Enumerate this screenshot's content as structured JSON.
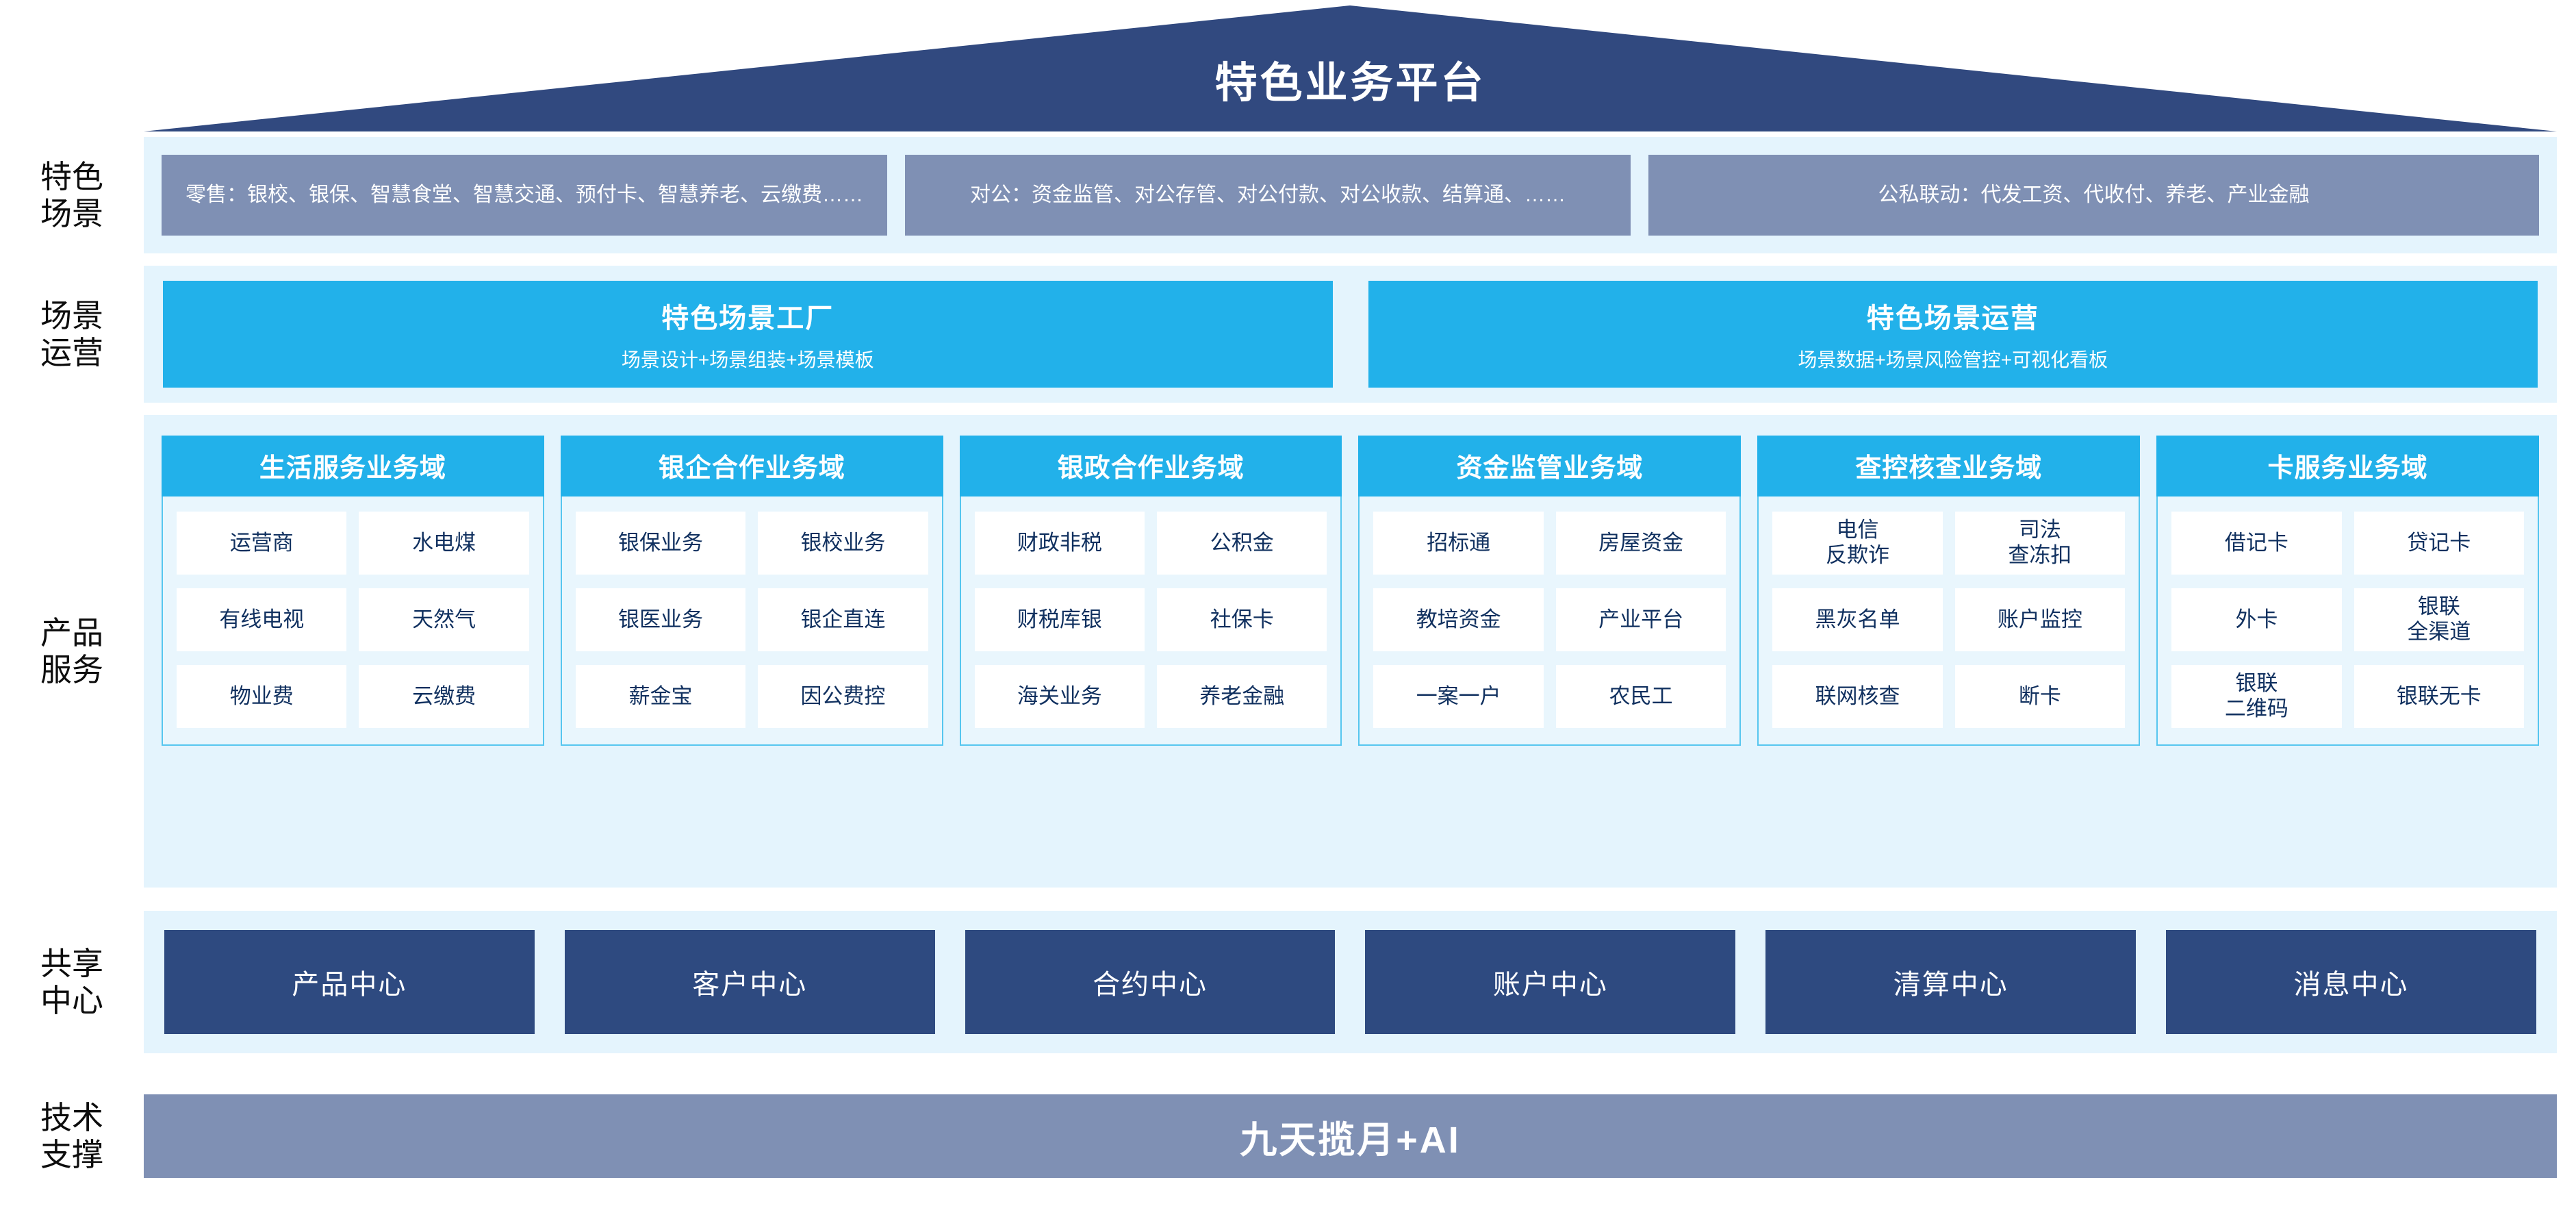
{
  "banner": {
    "title": "特色业务平台",
    "color": "#31497f"
  },
  "colors": {
    "banner": "#31497f",
    "band": "#e4f4fd",
    "scene_box": "#7f90b4",
    "cyan": "#22b1ea",
    "navy": "#2e4a80",
    "cell_text": "#10305f",
    "tech_bar": "#7f90b4"
  },
  "rows": {
    "scene": {
      "label": "特色\n场景",
      "label_lines": [
        "特色",
        "场景"
      ],
      "boxes": [
        {
          "name": "retail",
          "text": "零售：银校、银保、智慧食堂、智慧交通、预付卡、智慧养老、云缴费……"
        },
        {
          "name": "corporate",
          "text": "对公：资金监管、对公存管、对公付款、对公收款、结算通、……"
        },
        {
          "name": "linkage",
          "text": "公私联动：代发工资、代收付、养老、产业金融"
        }
      ]
    },
    "operations": {
      "label_lines": [
        "场景",
        "运营"
      ],
      "boxes": [
        {
          "title": "特色场景工厂",
          "subtitle": "场景设计+场景组装+场景模板"
        },
        {
          "title": "特色场景运营",
          "subtitle": "场景数据+场景风险管控+可视化看板"
        }
      ]
    },
    "products": {
      "label_lines": [
        "产品",
        "服务"
      ],
      "domains": [
        {
          "title": "生活服务业务域",
          "cells": [
            "运营商",
            "水电煤",
            "有线电视",
            "天然气",
            "物业费",
            "云缴费"
          ]
        },
        {
          "title": "银企合作业务域",
          "cells": [
            "银保业务",
            "银校业务",
            "银医业务",
            "银企直连",
            "薪金宝",
            "因公费控"
          ]
        },
        {
          "title": "银政合作业务域",
          "cells": [
            "财政非税",
            "公积金",
            "财税库银",
            "社保卡",
            "海关业务",
            "养老金融"
          ]
        },
        {
          "title": "资金监管业务域",
          "cells": [
            "招标通",
            "房屋资金",
            "教培资金",
            "产业平台",
            "一案一户",
            "农民工"
          ]
        },
        {
          "title": "查控核查业务域",
          "cells": [
            "电信\n反欺诈",
            "司法\n查冻扣",
            "黑灰名单",
            "账户监控",
            "联网核查",
            "断卡"
          ]
        },
        {
          "title": "卡服务业务域",
          "cells": [
            "借记卡",
            "贷记卡",
            "外卡",
            "银联\n全渠道",
            "银联\n二维码",
            "银联无卡"
          ]
        }
      ]
    },
    "shared": {
      "label_lines": [
        "共享",
        "中心"
      ],
      "boxes": [
        "产品中心",
        "客户中心",
        "合约中心",
        "账户中心",
        "清算中心",
        "消息中心"
      ]
    },
    "technology": {
      "label_lines": [
        "技术",
        "支撑"
      ],
      "bar_text": "九天揽月+AI"
    }
  }
}
